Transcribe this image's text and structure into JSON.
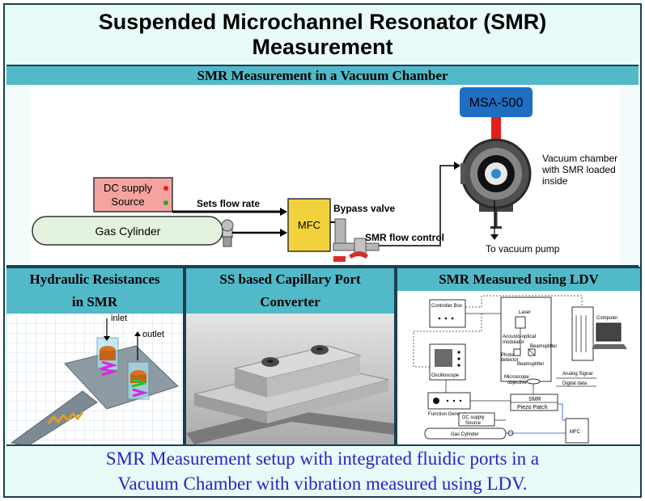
{
  "title": {
    "line1": "Suspended Microchannel Resonator (SMR)",
    "line2": "Measurement"
  },
  "top_panel": {
    "heading": "SMR Measurement in a Vacuum Chamber",
    "msa": "MSA-500",
    "dc_supply_line1": "DC supply",
    "dc_supply_line2": "Source",
    "gas_cylinder": "Gas Cylinder",
    "sets_flow_rate": "Sets flow rate",
    "mfc": "MFC",
    "bypass_valve": "Bypass valve",
    "smr_flow_control": "SMR flow control",
    "vacuum_line1": "Vacuum chamber",
    "vacuum_line2": "with SMR loaded",
    "vacuum_line3": "inside",
    "to_vacuum_pump": "To vacuum pump"
  },
  "panel_hydraulic": {
    "heading_line1": "Hydraulic Resistances",
    "heading_line2": "in SMR",
    "inlet": "inlet",
    "outlet": "outlet"
  },
  "panel_capillary": {
    "heading_line1": "SS based Capillary Port",
    "heading_line2": "Converter"
  },
  "panel_ldv": {
    "heading": "SMR Measured using LDV",
    "controller_box": "Controller Box",
    "laser": "Laser",
    "aom_line1": "Acousto-optical",
    "aom_line2": "modulator",
    "computer": "Computer",
    "photo_line1": "Photo",
    "photo_line2": "detector",
    "beamsplitter_top": "Beamsplitter",
    "beamsplitter_bottom": "Beamsplitter",
    "oscilloscope": "Oscilloscope",
    "analog_signal": "Analog Signal",
    "digital_data": "Digital data",
    "microscope_line1": "Microscope",
    "microscope_line2": "objective",
    "smr": "SMR",
    "piezo_patch": "Piezo Patch",
    "function_generator": "Function Generator",
    "dc_supply_line1": "DC supply",
    "dc_supply_line2": "Source",
    "gas_cylinder": "Gas Cylinder",
    "mfc": "MFC"
  },
  "caption": {
    "line1": "SMR Measurement setup with integrated fluidic ports in a",
    "line2": "Vacuum Chamber with vibration measured using LDV."
  },
  "colors": {
    "frame": "#1b3f52",
    "header_bar": "#52b9c8",
    "background": "#e8fbf8",
    "caption_text": "#2525c9",
    "laser": "#e0201e",
    "mfc_box": "#f2d23c",
    "dc_box": "#f4a4a0",
    "cylinder": "#e3f3df",
    "msa_box": "#1e6fc4"
  }
}
